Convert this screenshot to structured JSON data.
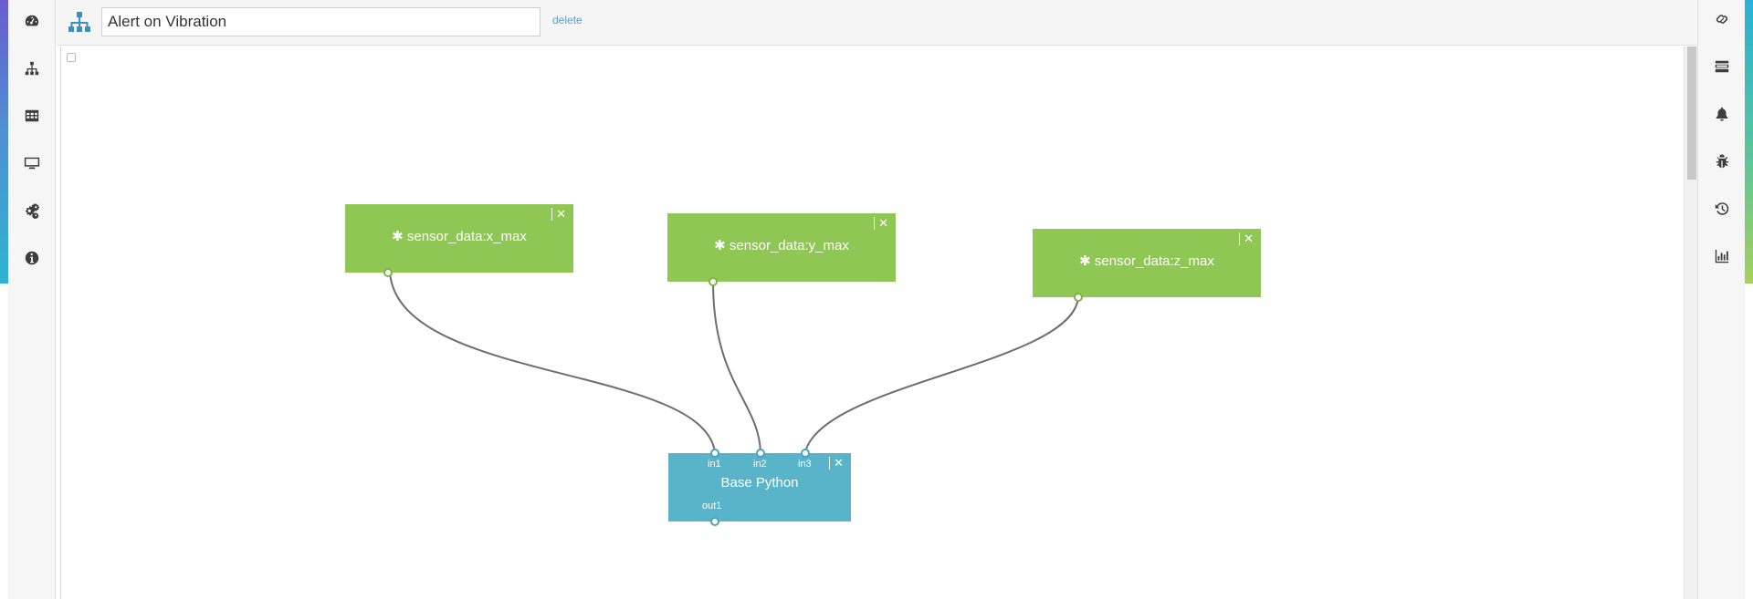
{
  "header": {
    "title_value": "Alert on Vibration",
    "delete_label": "delete"
  },
  "left_sidebar": {
    "items": [
      {
        "icon": "dashboard-icon"
      },
      {
        "icon": "flows-icon"
      },
      {
        "icon": "table-icon"
      },
      {
        "icon": "monitor-icon"
      },
      {
        "icon": "settings-icon"
      },
      {
        "icon": "info-icon"
      }
    ]
  },
  "right_sidebar": {
    "items": [
      {
        "icon": "link-icon"
      },
      {
        "icon": "list-icon"
      },
      {
        "icon": "bell-icon"
      },
      {
        "icon": "bug-icon"
      },
      {
        "icon": "history-icon"
      },
      {
        "icon": "bar-chart-icon"
      }
    ]
  },
  "nodes": {
    "x_max": {
      "label": "sensor_data:x_max",
      "close": "✕",
      "asterisk": "✱"
    },
    "y_max": {
      "label": "sensor_data:y_max",
      "close": "✕",
      "asterisk": "✱"
    },
    "z_max": {
      "label": "sensor_data:z_max",
      "close": "✕",
      "asterisk": "✱"
    },
    "python": {
      "label": "Base Python",
      "close": "✕",
      "inputs": [
        "in1",
        "in2",
        "in3"
      ],
      "outputs": [
        "out1"
      ]
    }
  },
  "colors": {
    "source_node": "#8ec754",
    "process_node": "#5ab4c9",
    "wire": "#6e6e6e",
    "accent": "#3a8fc4"
  }
}
